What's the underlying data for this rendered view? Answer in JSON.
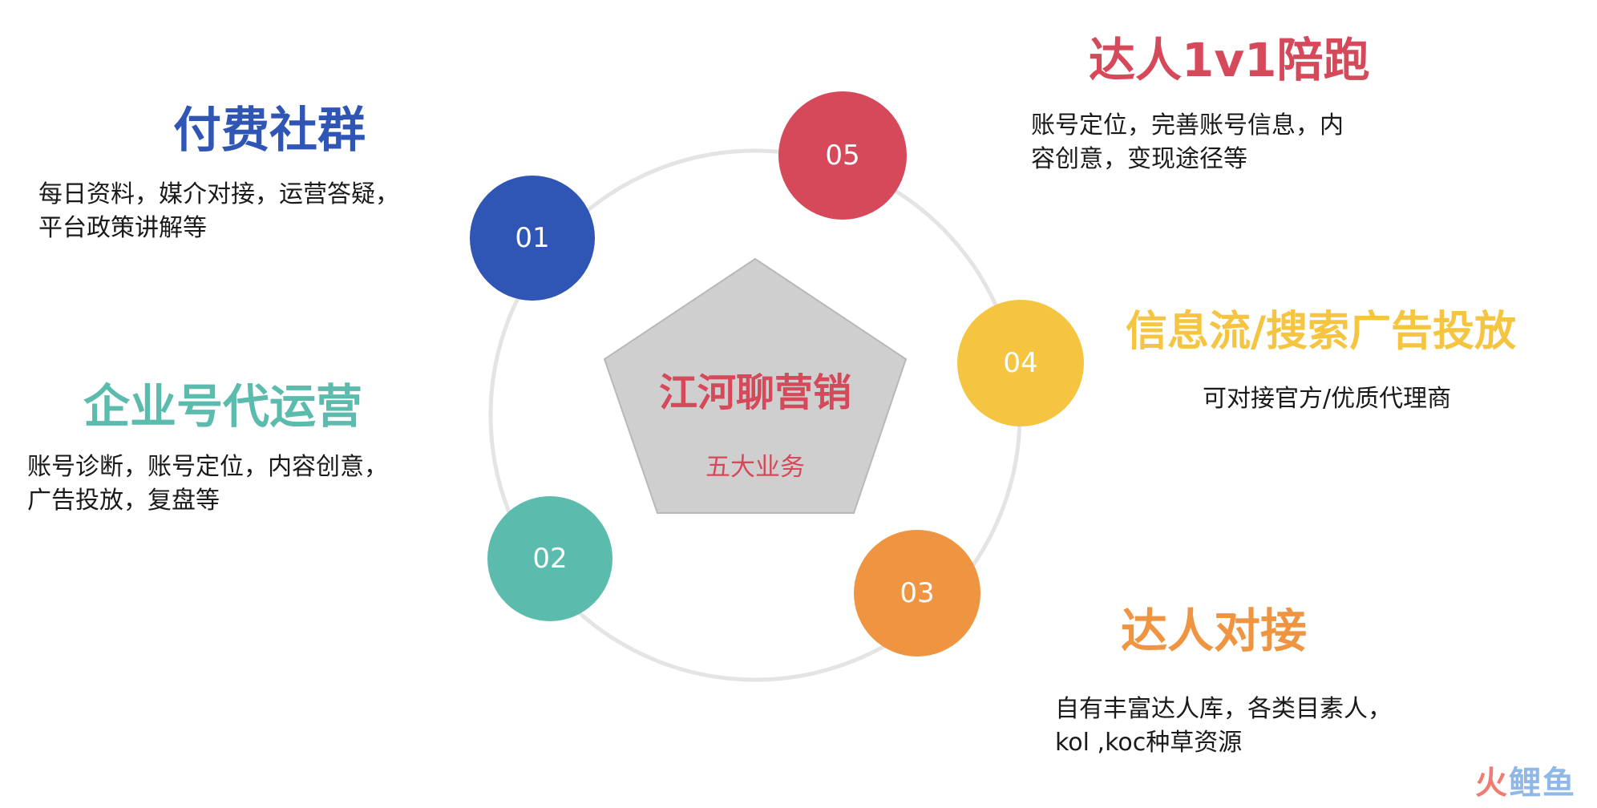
{
  "colors": {
    "blue": "#2f55b5",
    "teal": "#5bbcae",
    "orange": "#ef9440",
    "yellow": "#f5c542",
    "red": "#d5495a",
    "center_text": "#d5495a",
    "pentagon_fill": "#cfcfcf",
    "ring": "#e4e4e4",
    "watermark_red": "#f07b72",
    "watermark_blue": "#8fb8e6"
  },
  "center": {
    "title": "江河聊营销",
    "subtitle": "五大业务"
  },
  "nodes": [
    {
      "number": "01",
      "color": "#2f55b5"
    },
    {
      "number": "02",
      "color": "#5bbcae"
    },
    {
      "number": "03",
      "color": "#ef9440"
    },
    {
      "number": "04",
      "color": "#f5c542"
    },
    {
      "number": "05",
      "color": "#d5495a"
    }
  ],
  "services": {
    "s1": {
      "title": "付费社群",
      "desc1": "每日资料，媒介对接，运营答疑，",
      "desc2": "平台政策讲解等"
    },
    "s2": {
      "title": "企业号代运营",
      "desc1": "账号诊断，账号定位，内容创意，",
      "desc2": "广告投放，复盘等"
    },
    "s3": {
      "title": "达人对接",
      "desc1": "自有丰富达人库，各类目素人，",
      "desc2": "kol ,koc种草资源"
    },
    "s4": {
      "title": "信息流/搜索广告投放",
      "desc1": "可对接官方/优质代理商"
    },
    "s5": {
      "title": "达人1v1陪跑",
      "desc1": "账号定位，完善账号信息，内",
      "desc2": "容创意，变现途径等"
    }
  },
  "watermark": {
    "part1": "火",
    "part2": "鲤",
    "part3": "鱼"
  }
}
